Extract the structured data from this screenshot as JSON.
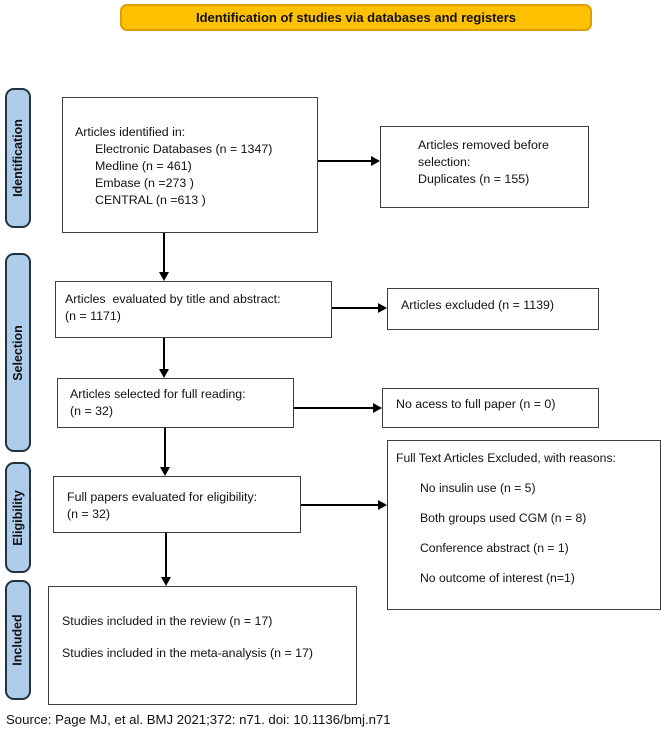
{
  "banner": {
    "title": "Identification of studies via databases and registers"
  },
  "stages": {
    "identification": "Identification",
    "selection": "Selection",
    "eligibility": "Eligibility",
    "included": "Included"
  },
  "flow": {
    "identified": {
      "title": "Articles identified in:",
      "items": [
        "Electronic Databases (n = 1347)",
        "Medline (n = 461)",
        "Embase (n =273 )",
        "CENTRAL (n =613 )"
      ]
    },
    "removed": {
      "lines": [
        "Articles removed before",
        "selection:",
        "Duplicates (n = 155)"
      ]
    },
    "evaluated_title_abstract": {
      "lines": [
        "Articles  evaluated by title and abstract:",
        "(n = 1171)"
      ]
    },
    "excluded": {
      "label": "Articles excluded (n = 1139)"
    },
    "selected_full_reading": {
      "lines": [
        "Articles selected for full reading:",
        "(n = 32)"
      ]
    },
    "no_access": {
      "label": "No acess to full paper (n = 0)"
    },
    "full_papers_eligibility": {
      "lines": [
        "Full papers evaluated for eligibility:",
        "(n = 32)"
      ]
    },
    "full_text_excluded": {
      "title": "Full Text Articles Excluded, with reasons:",
      "items": [
        "No insulin use (n = 5)",
        "Both groups used CGM (n = 8)",
        "Conference abstract (n = 1)",
        "No outcome of interest (n=1)"
      ]
    },
    "included_studies": {
      "lines": [
        "Studies included in the review (n = 17)",
        "Studies included in the meta-analysis (n = 17)"
      ]
    }
  },
  "source": "Source: Page MJ, et al. BMJ 2021;372: n71. doi: 10.1136/bmj.n71",
  "colors": {
    "banner_bg": "#FFC000",
    "banner_border": "#DC9E00",
    "stage_bg": "#AFCDEA",
    "stage_border": "#233140",
    "box_border": "#3F3F3F",
    "arrow": "#000000"
  }
}
